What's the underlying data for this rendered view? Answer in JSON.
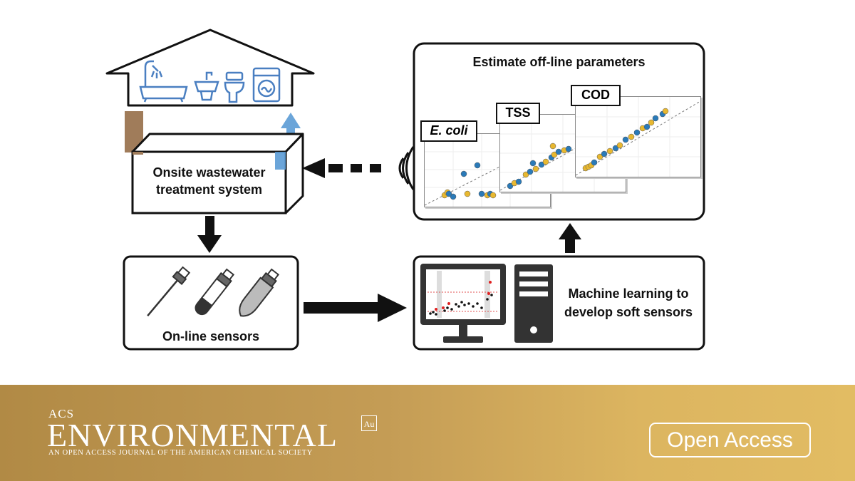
{
  "diagram": {
    "treatment_label_line1": "Onsite wastewater",
    "treatment_label_line2": "treatment system",
    "sensors_label": "On-line sensors",
    "ml_label_line1": "Machine learning to",
    "ml_label_line2": "develop soft sensors",
    "estimate_title": "Estimate off-line parameters",
    "panels": [
      "E. coli",
      "TSS",
      "COD"
    ],
    "colors": {
      "blue": "#2a7ab8",
      "yellow": "#e8b830",
      "pipe_in": "#a07c5a",
      "pipe_out": "#5b9bd5",
      "house_icons": "#4a7fc1"
    }
  },
  "banner": {
    "acs": "ACS",
    "journal": "ENVIRONMENTAL",
    "au": "Au",
    "tagline": "AN OPEN ACCESS JOURNAL OF THE AMERICAN CHEMICAL SOCIETY",
    "open_access": "Open Access"
  }
}
